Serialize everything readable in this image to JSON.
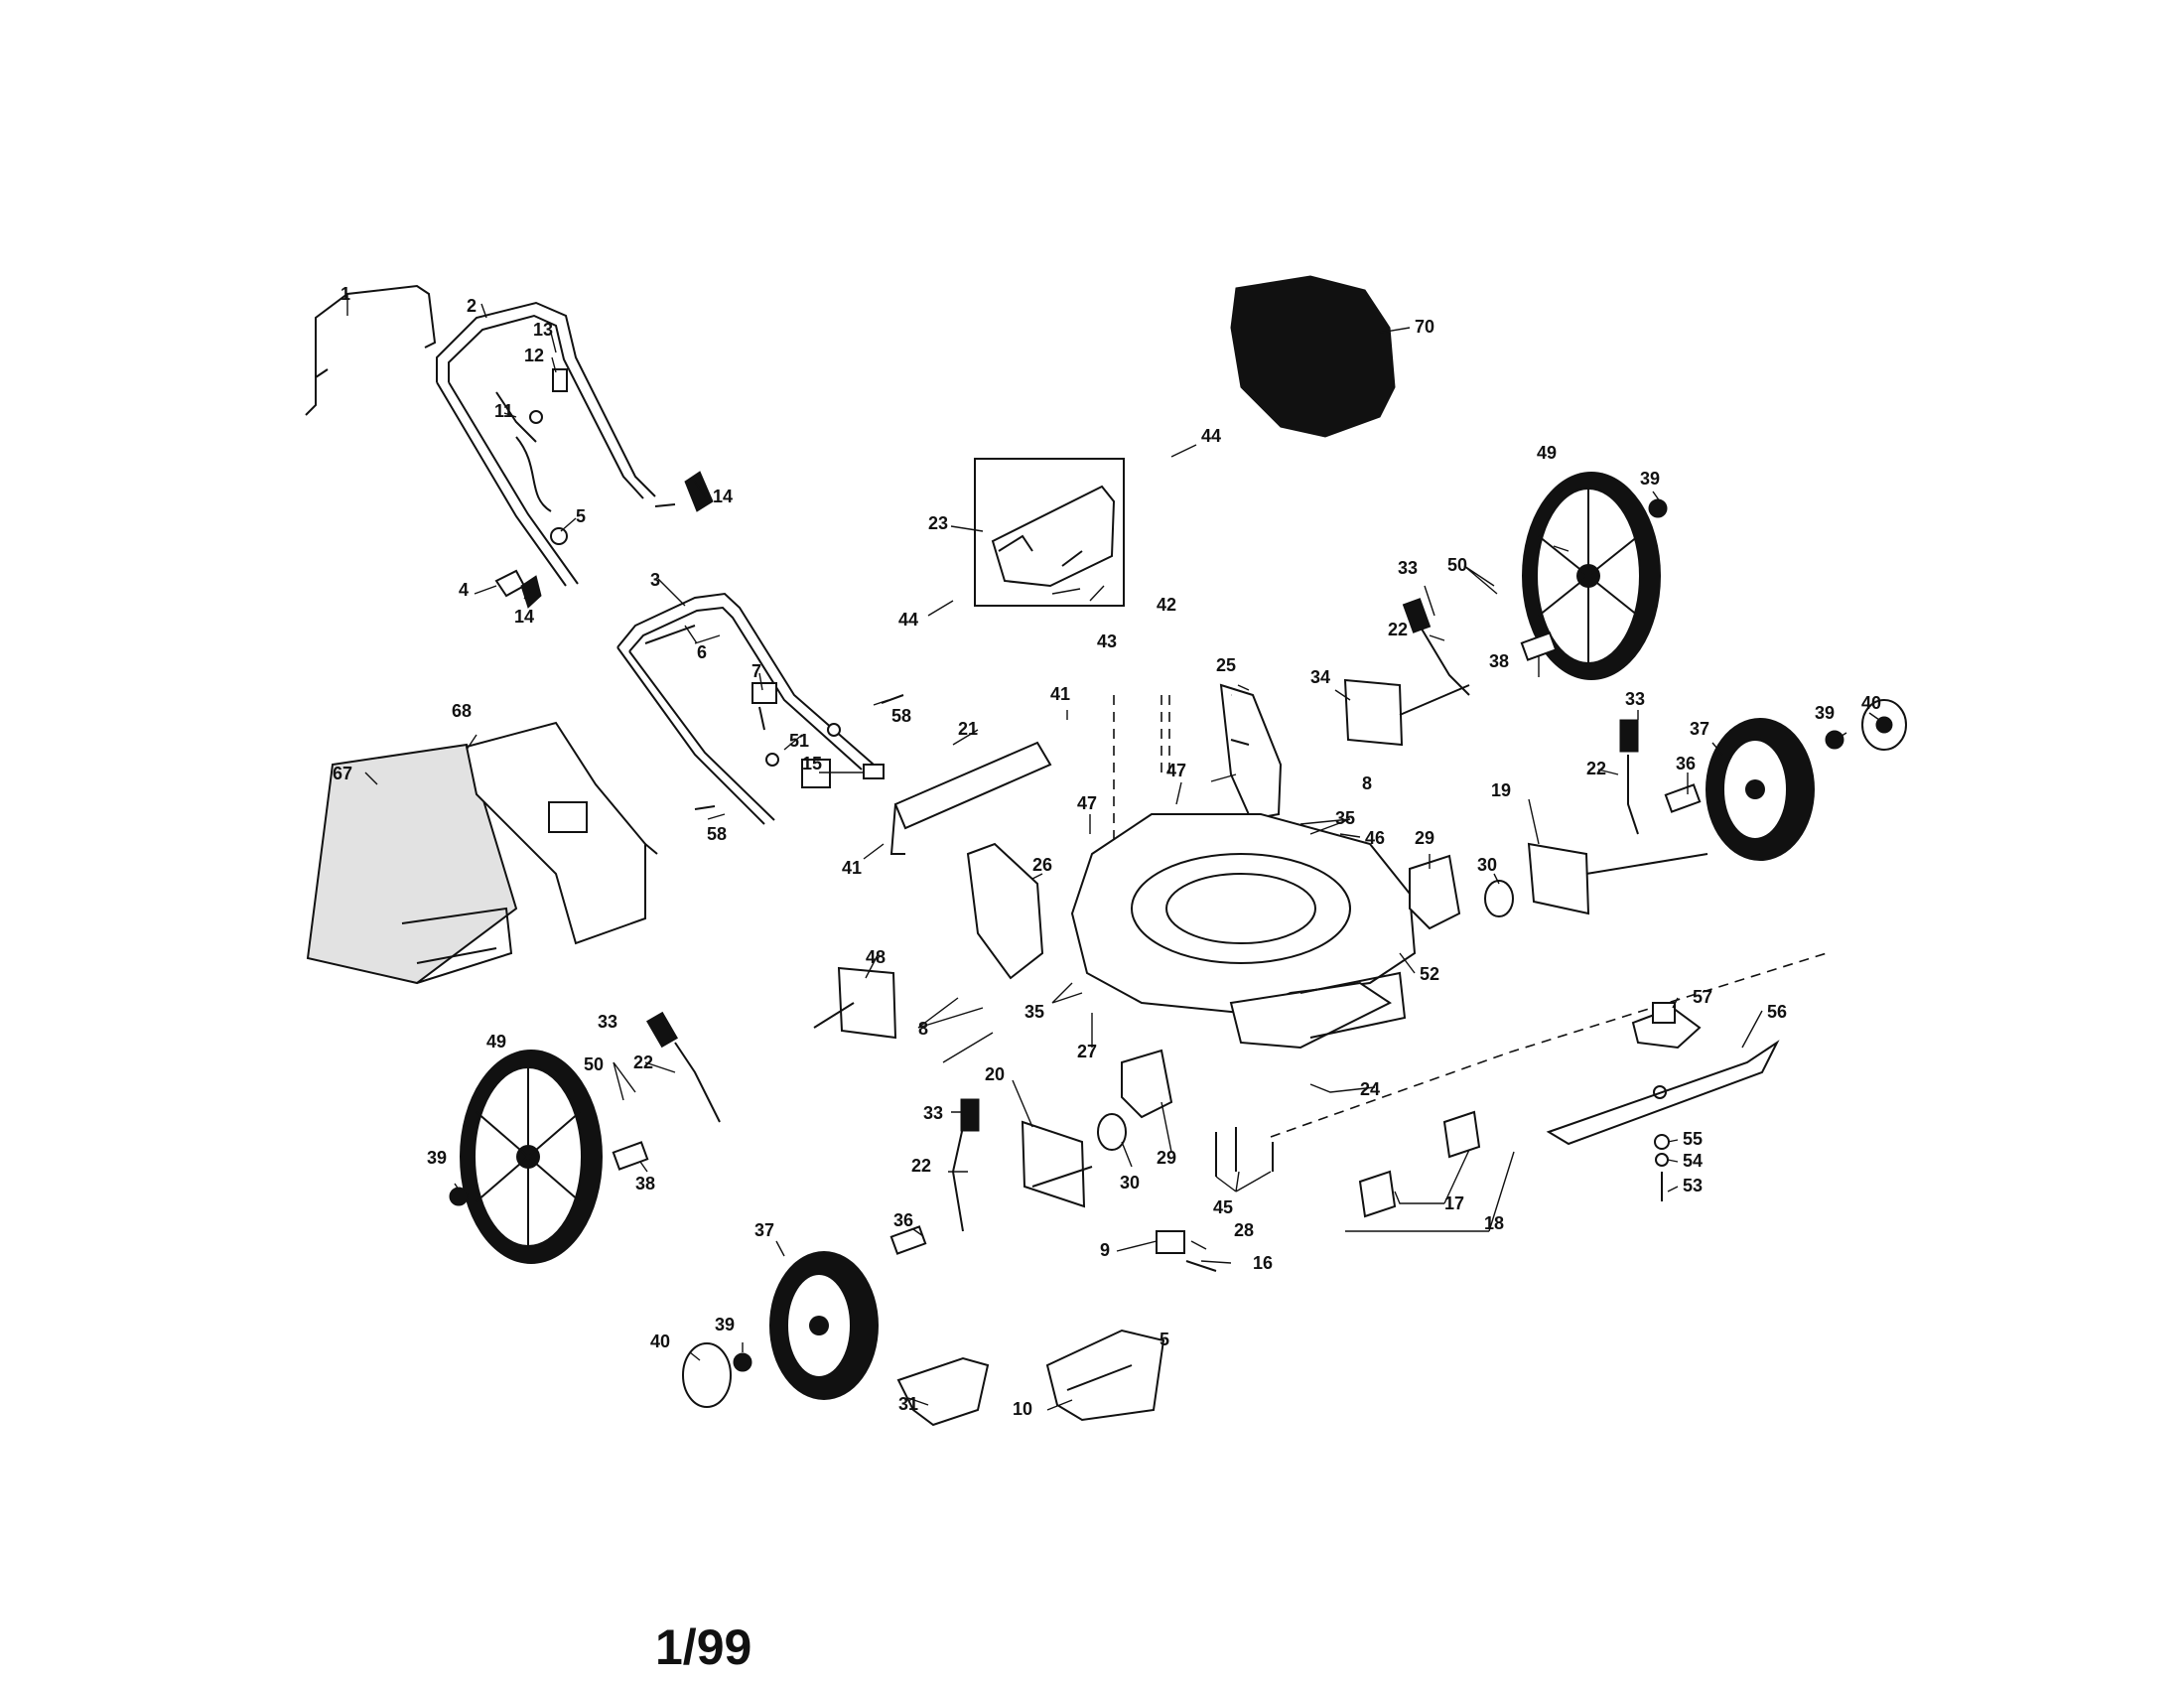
{
  "date_code": "1/99",
  "callouts": [
    "1",
    "2",
    "3",
    "4",
    "5",
    "6",
    "7",
    "8",
    "9",
    "10",
    "11",
    "12",
    "13",
    "14",
    "15",
    "16",
    "17",
    "18",
    "19",
    "20",
    "21",
    "22",
    "23",
    "24",
    "25",
    "26",
    "27",
    "28",
    "29",
    "30",
    "31",
    "33",
    "34",
    "35",
    "36",
    "37",
    "38",
    "39",
    "40",
    "41",
    "42",
    "43",
    "44",
    "45",
    "46",
    "47",
    "48",
    "49",
    "50",
    "51",
    "52",
    "53",
    "54",
    "55",
    "56",
    "57",
    "58",
    "67",
    "68",
    "70"
  ]
}
